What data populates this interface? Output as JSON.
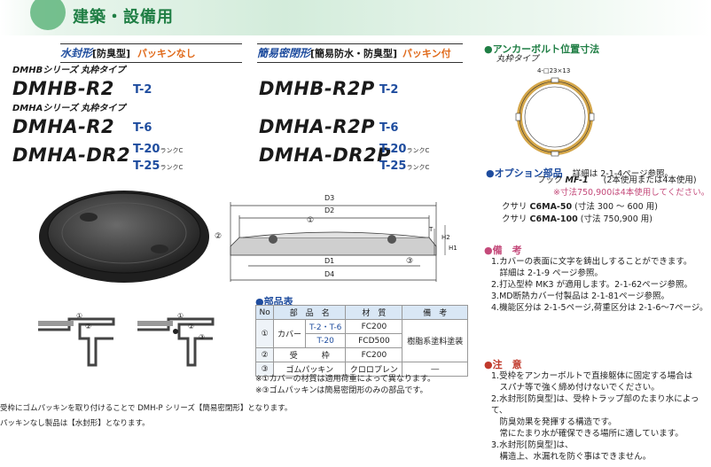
{
  "header": {
    "title": "建築・設備用"
  },
  "left_header": {
    "type": "水封形",
    "type_sub": "[防臭型]",
    "packing": "パッキンなし"
  },
  "mid_header": {
    "type": "簡易密閉形",
    "type_sub": "[簡易防水・防臭型]",
    "packing": "パッキン付"
  },
  "series": {
    "dmhb": "DMHBシリーズ 丸枠タイプ",
    "dmha": "DMHAシリーズ 丸枠タイプ"
  },
  "products": {
    "dmhb_r2": {
      "name": "DMHB-R2",
      "load": "T-2"
    },
    "dmhb_r2p": {
      "name": "DMHB-R2P",
      "load": "T-2"
    },
    "dmha_r2": {
      "name": "DMHA-R2",
      "load": "T-6"
    },
    "dmha_r2p": {
      "name": "DMHA-R2P",
      "load": "T-6"
    },
    "dmha_dr2": {
      "name": "DMHA-DR2",
      "load1": "T-20",
      "rank1": "ランクC",
      "load2": "T-25",
      "rank2": "ランクC"
    },
    "dmha_dr2p": {
      "name": "DMHA-DR2P",
      "load1": "T-20",
      "rank1": "ランクC",
      "load2": "T-25",
      "rank2": "ランクC"
    }
  },
  "dimension_labels": {
    "d1": "D1",
    "d2": "D2",
    "d3": "D3",
    "d4": "D4",
    "t": "T",
    "h1": "H1",
    "h2": "H2",
    "c1": "①",
    "c2": "②",
    "c3": "③"
  },
  "anchor": {
    "title": "●アンカーボルト位置寸法",
    "subtitle": "丸枠タイプ",
    "dim": "4-□23×13"
  },
  "options": {
    "title": "●オプション部品",
    "intro": "詳細は 2-1-4ページ参照。",
    "hook_label": "フック",
    "hook_model": "MF-1",
    "hook_note": "(2本使用または4本使用)",
    "size_note": "※寸法750,900は4本使用してください。",
    "chain1_label": "クサリ",
    "chain1_model": "C6MA-50",
    "chain1_note": "(寸法 300 ～ 600 用)",
    "chain2_label": "クサリ",
    "chain2_model": "C6MA-100",
    "chain2_note": "(寸法 750,900 用)"
  },
  "remarks": {
    "title": "●備　考",
    "items": [
      "1.カバーの表面に文字を鋳出しすることができます。",
      "　詳細は 2-1-9 ページ参照。",
      "2.打込型枠 MK3 が適用します。2-1-62ページ参照。",
      "3.MD断熱カバー付製品は 2-1-81ページ参照。",
      "4.機能区分は 2-1-5ページ,荷重区分は 2-1-6～7ページ。"
    ]
  },
  "cautions": {
    "title": "●注　意",
    "items": [
      "1.受枠をアンカーボルトで直接躯体に固定する場合は",
      "　スパナ等で強く締め付けないでください。",
      "2.水封形[防臭型]は、受枠トラップ部のたまり水によって、",
      "　防臭効果を発揮する構造です。",
      "　常にたまり水が確保できる場所に適しています。",
      "3.水封形[防臭型]は、",
      "　構造上、水漏れを防ぐ事はできません。"
    ]
  },
  "parts_table": {
    "title": "●部品表",
    "headers": [
      "No",
      "部　品　名",
      "材　質",
      "備　考"
    ],
    "rows": [
      {
        "no": "①",
        "name": "カバー",
        "sub": "T-2・T-6",
        "material": "FC200",
        "note": "樹脂系塗料塗装"
      },
      {
        "no": "",
        "name": "",
        "sub": "T-20",
        "material": "FCD500",
        "note": ""
      },
      {
        "no": "②",
        "name": "受　　　枠",
        "sub": "",
        "material": "FC200",
        "note": ""
      },
      {
        "no": "③",
        "name": "ゴムパッキン",
        "sub": "",
        "material": "クロロプレン",
        "note": "―"
      }
    ],
    "notes": [
      "※①カバーの材質は適用荷重によって異なります。",
      "※③ゴムパッキンは簡易密閉形のみの部品です。"
    ]
  },
  "bottom_notes": [
    "受枠にゴムパッキンを取り付けることで DMH-P シリーズ【簡易密閉形】となります。",
    "パッキンなし製品は【水封形】となります。"
  ],
  "section_labels": {
    "c1": "①",
    "c2": "②",
    "c3": "③"
  }
}
